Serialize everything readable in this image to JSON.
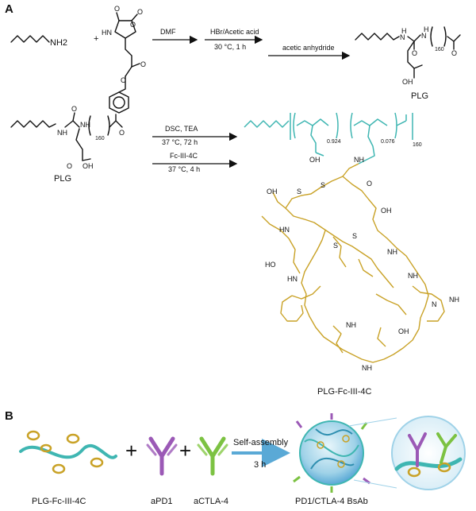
{
  "panels": {
    "a": "A",
    "b": "B"
  },
  "scheme1": {
    "amine_label": "NH2",
    "plus": "+",
    "nca_o1": "O",
    "nca_o2": "O",
    "nca_o3": "O",
    "nca_hn": "HN",
    "ester_o1": "O",
    "ester_o2": "O",
    "step1_reagent": "DMF",
    "step2_reagent": "HBr/Acetic acid",
    "step2_cond": "30 °C, 1 h",
    "step3_reagent": "acetic anhydride",
    "product_name": "PLG",
    "nh1": "N",
    "h1": "H",
    "nh2": "N",
    "h2": "H",
    "sub_160": "160",
    "o_a": "O",
    "o_b": "O",
    "oh": "OH"
  },
  "scheme2": {
    "reactant_name": "PLG",
    "nh_a": "NH",
    "nh_b": "NH",
    "sub_160": "160",
    "o1": "O",
    "o2": "O",
    "o3": "O",
    "oh": "OH",
    "step1_reagent": "DSC, TEA",
    "step1_cond": "37 °C, 72 h",
    "step2_reagent": "Fc-III-4C",
    "step2_cond": "37 °C, 4 h",
    "frac1": "0.924",
    "frac2": "0.076",
    "sub_160b": "160",
    "product_name": "PLG-Fc-III-4C",
    "peptide_atoms": {
      "nh": "NH",
      "o": "O",
      "oh": "OH",
      "s": "S",
      "ho": "HO",
      "hn": "HN",
      "n": "N"
    }
  },
  "panel_b": {
    "labels": [
      "PLG-Fc-III-4C",
      "aPD1",
      "aCTLA-4",
      "PD1/CTLA-4 BsAb"
    ],
    "plus": "+",
    "arrow_top": "Self-assembly",
    "arrow_bottom": "3 h"
  },
  "colors": {
    "polymer_cyan": "#3fb6b2",
    "peptide_gold": "#c9a227",
    "apd1_purple": "#9b59b6",
    "actla4_green": "#7cc242",
    "arrow_blue": "#5aa9d6"
  }
}
